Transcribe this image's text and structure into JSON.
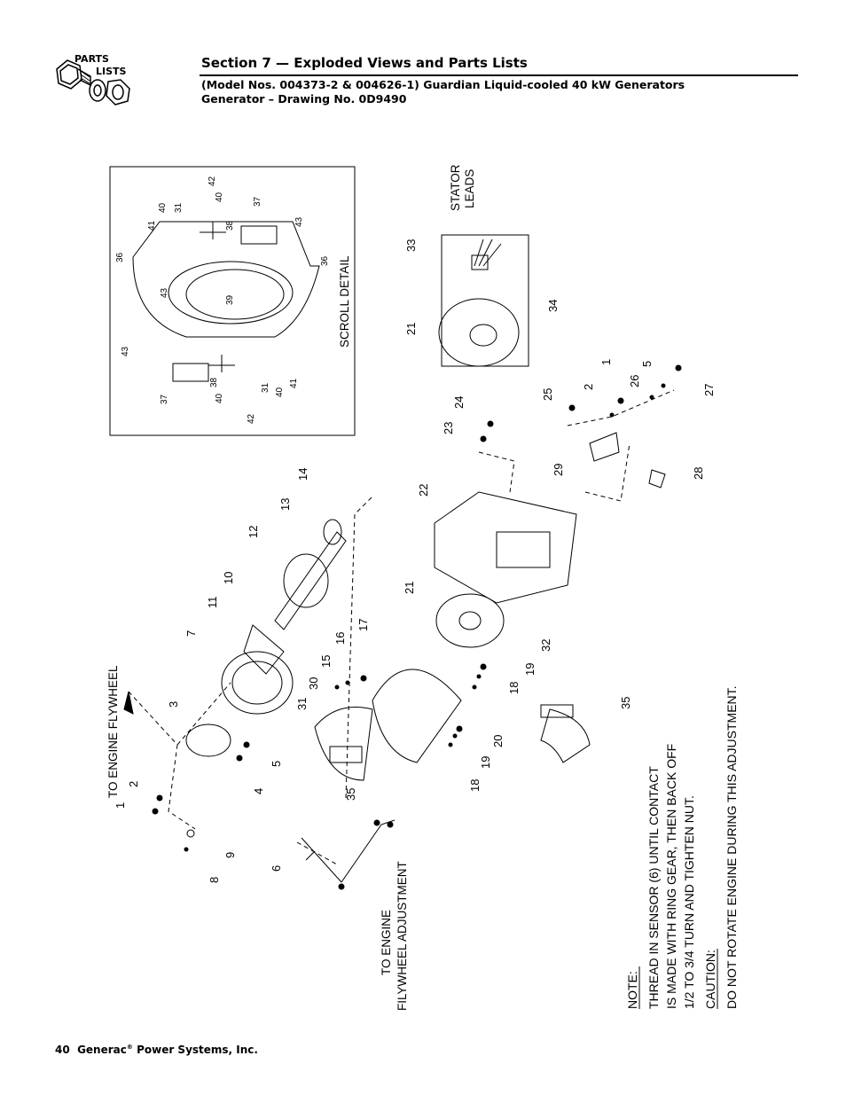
{
  "header": {
    "section_title": "Section 7 — Exploded Views and Parts Lists",
    "subtitle_line1": "(Model Nos. 004373-2 & 004626-1) Guardian Liquid-cooled 40 kW Generators",
    "subtitle_line2": "Generator – Drawing No. 0D9490",
    "logo_word1": "PARTS",
    "logo_word2": "LISTS",
    "logo_icon": "bolt-nut-washer-icon"
  },
  "drawing": {
    "scroll_detail_label": "SCROLL DETAIL",
    "stator_leads_line1": "STATOR",
    "stator_leads_line2": "LEADS",
    "to_engine_flywheel": "TO ENGINE FLYWHEEL",
    "to_engine_adj_line1": "TO ENGINE",
    "to_engine_adj_line2": "FILYWHEEL ADJUSTMENT",
    "note_heading": "NOTE:",
    "note_line1": "THREAD IN SENSOR (6) UNTIL CONTACT",
    "note_line2": "IS MADE WITH RING GEAR, THEN BACK OFF",
    "note_line3": "1/2 TO 3/4 TURN AND TIGHTEN NUT.",
    "caution_heading": "CAUTION:",
    "caution_line1": "DO NOT ROTATE ENGINE DURING THIS ADJUSTMENT.",
    "callouts": {
      "c1": "1",
      "c2": "2",
      "c3": "3",
      "c4": "4",
      "c5": "5",
      "c6": "6",
      "c7": "7",
      "c8": "8",
      "c9": "9",
      "c10": "10",
      "c11": "11",
      "c12": "12",
      "c13": "13",
      "c14": "14",
      "c15": "15",
      "c16": "16",
      "c17": "17",
      "c18a": "18",
      "c18b": "18",
      "c19a": "19",
      "c19b": "19",
      "c20": "20",
      "c21a": "21",
      "c21b": "21",
      "c22": "22",
      "c23": "23",
      "c24": "24",
      "c25": "25",
      "c2b": "2",
      "c1b": "1",
      "c26": "26",
      "c5b": "5",
      "c27": "27",
      "c28": "28",
      "c29": "29",
      "c30": "30",
      "c31": "31",
      "c32": "32",
      "c33": "33",
      "c34": "34",
      "c35a": "35",
      "c35b": "35",
      "s36a": "36",
      "s36b": "36",
      "s37a": "37",
      "s37b": "37",
      "s38a": "38",
      "s38b": "38",
      "s39": "39",
      "s40a": "40",
      "s40b": "40",
      "s40c": "40",
      "s40d": "40",
      "s41a": "41",
      "s41b": "41",
      "s42a": "42",
      "s42b": "42",
      "s43a": "43",
      "s43b": "43",
      "s43c": "43",
      "s31a": "31",
      "s31b": "31"
    }
  },
  "footer": {
    "page_number": "40",
    "company": "Generac",
    "registered": "®",
    "company_rest": "Power Systems, Inc."
  }
}
